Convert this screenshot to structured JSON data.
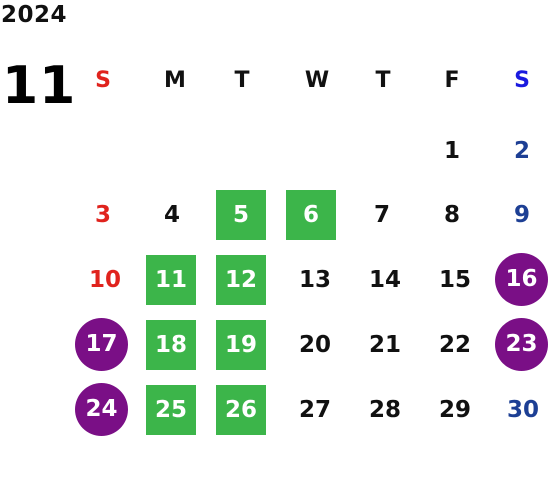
{
  "calendar": {
    "year": "2024",
    "month": "11",
    "weekdays": [
      "S",
      "M",
      "T",
      "W",
      "T",
      "F",
      "S"
    ],
    "colors": {
      "sunday": "#e0231d",
      "saturday_header": "#1a1adf",
      "saturday": "#1d3f94",
      "green_highlight": "#3cb54a",
      "purple_highlight": "#7a0f86"
    },
    "weeks": [
      [
        "",
        "",
        "",
        "",
        "",
        "1",
        "2"
      ],
      [
        "3",
        "4",
        "5",
        "6",
        "7",
        "8",
        "9"
      ],
      [
        "10",
        "11",
        "12",
        "13",
        "14",
        "15",
        "16"
      ],
      [
        "17",
        "18",
        "19",
        "20",
        "21",
        "22",
        "23"
      ],
      [
        "24",
        "25",
        "26",
        "27",
        "28",
        "29",
        "30"
      ]
    ]
  }
}
